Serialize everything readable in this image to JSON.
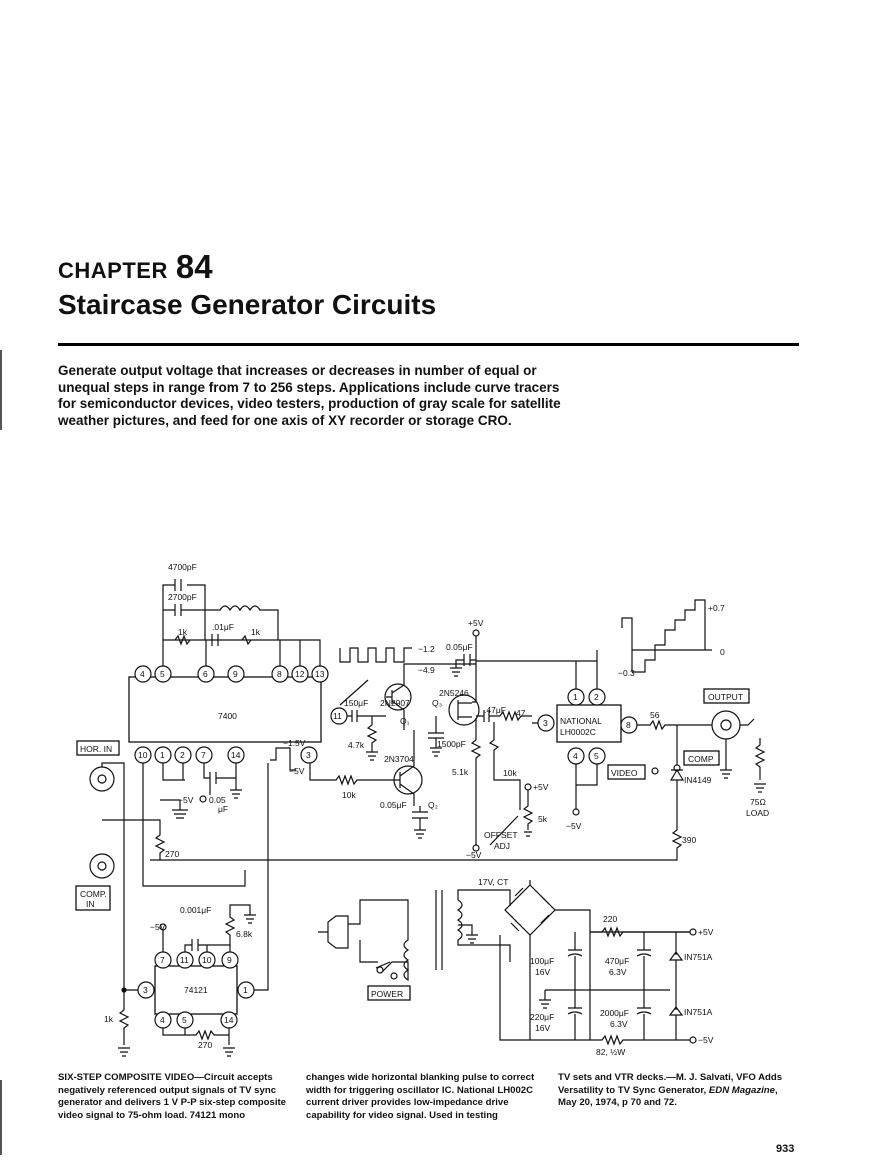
{
  "chapter": {
    "word": "CHAPTER",
    "number": "84",
    "title": "Staircase Generator Circuits"
  },
  "intro": "Generate output voltage that increases or decreases in number of equal or unequal steps in range from 7 to 256 steps. Applications include curve tracers for semiconductor devices, video testers, production of gray scale for satellite weather pictures, and feed for one axis of XY recorder or storage CRO.",
  "schematic": {
    "ics": {
      "u7400": "7400",
      "u74121": "74121",
      "lh": [
        "NATIONAL",
        "LH0002C"
      ]
    },
    "boxes": {
      "hor_in": "HOR. IN",
      "comp_in": [
        "COMP.",
        "IN"
      ],
      "output": "OUTPUT",
      "video": "VIDEO",
      "comp": "COMP",
      "power": "POWER"
    },
    "pins_7400_top": [
      "4",
      "5",
      "6",
      "9",
      "8",
      "12",
      "13"
    ],
    "pins_7400_bottom": [
      "10",
      "1",
      "2",
      "7",
      "14",
      "3"
    ],
    "pins_74121_top": [
      "7",
      "11",
      "10",
      "9"
    ],
    "pins_74121_bottom": [
      "4",
      "5",
      "14"
    ],
    "pins_74121_side": [
      "3",
      "1"
    ],
    "pins_lh": [
      "1",
      "2",
      "3",
      "4",
      "5",
      "8"
    ],
    "pin_11": "11",
    "parts": {
      "c4700": "4700pF",
      "c2700": "2700pF",
      "r1k_a": "1k",
      "c01": ".01μF",
      "r1k_b": "1k",
      "c150": "150μF",
      "q2907": "2N2907",
      "q1": "Q₁",
      "r47k": "4.7k",
      "c1500": "1500pF",
      "q5246": "2N5246",
      "q3": "Q₃",
      "c47": ".47μF",
      "r47": "47",
      "r56": "56",
      "c005": "0.05μF",
      "c005b": "0.05μF",
      "q3704": "2N3704",
      "q2": "Q₂",
      "r10k": "10k",
      "r51k": "5.1k",
      "r10k_b": "10k",
      "r5k": "5k",
      "offset": [
        "OFFSET",
        "ADJ"
      ],
      "in4149": "IN4149",
      "r390": "390",
      "load": [
        "75Ω",
        "LOAD"
      ],
      "r270": "270",
      "c0001": "0.001μF",
      "r68k": "6.8k",
      "r270b": "270",
      "r1k_c": "1k",
      "c005c": [
        "0.05",
        "μF"
      ],
      "xfmr": "17V, CT",
      "r220": "220",
      "c100": [
        "100μF",
        "16V"
      ],
      "c470": [
        "470μF",
        "6.3V"
      ],
      "c220": [
        "220μF",
        "16V"
      ],
      "c2000": [
        "2000μF",
        "6.3V"
      ],
      "in751a_1": "IN751A",
      "in751a_2": "IN751A",
      "r82": "82, ½W"
    },
    "volts": {
      "p5v": "+5V",
      "p5v_b": "+5V",
      "p5v_out": "+5V",
      "m5v_a": "−5V",
      "m5v_b": "−5V",
      "m5v_c": "−5V",
      "m5v_d": "−5V",
      "m5v_e": "−5V",
      "m5v_out": "−5V",
      "m12": "−1.2",
      "m49": "−4.9",
      "m15v": "−1.5V",
      "m5v_p": "−5V",
      "p07": "+0.7",
      "zero": "0",
      "m03": "−0.3"
    }
  },
  "caption": {
    "lead": "SIX-STEP COMPOSITE VIDEO—",
    "col1": "Circuit accepts negatively referenced output signals of TV sync generator and delivers 1 V P-P six-step composite video signal to 75-ohm load. 74121 mono",
    "col2": "changes wide horizontal blanking pulse to correct width for triggering oscillator IC. National LH002C current driver provides low-impedance drive capability for video signal. Used in testing",
    "col3": "TV sets and VTR decks.—M. J. Salvati, VFO Adds Versatility to TV Sync Generator, ",
    "col3_em": "EDN Magazine",
    "col3_end": ", May 20, 1974, p 70 and 72."
  },
  "page_number": "933"
}
